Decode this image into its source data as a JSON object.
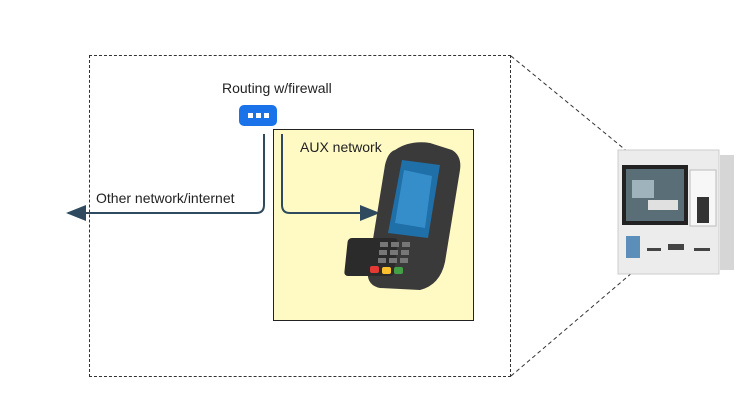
{
  "diagram": {
    "router_label": "Routing w/firewall",
    "aux_label": "AUX network",
    "other_label": "Other network/internet",
    "router_icon": "router-icon",
    "colors": {
      "router": "#1a73e8",
      "aux_fill": "#fff9c4",
      "arrow": "#2f4a5e"
    }
  }
}
